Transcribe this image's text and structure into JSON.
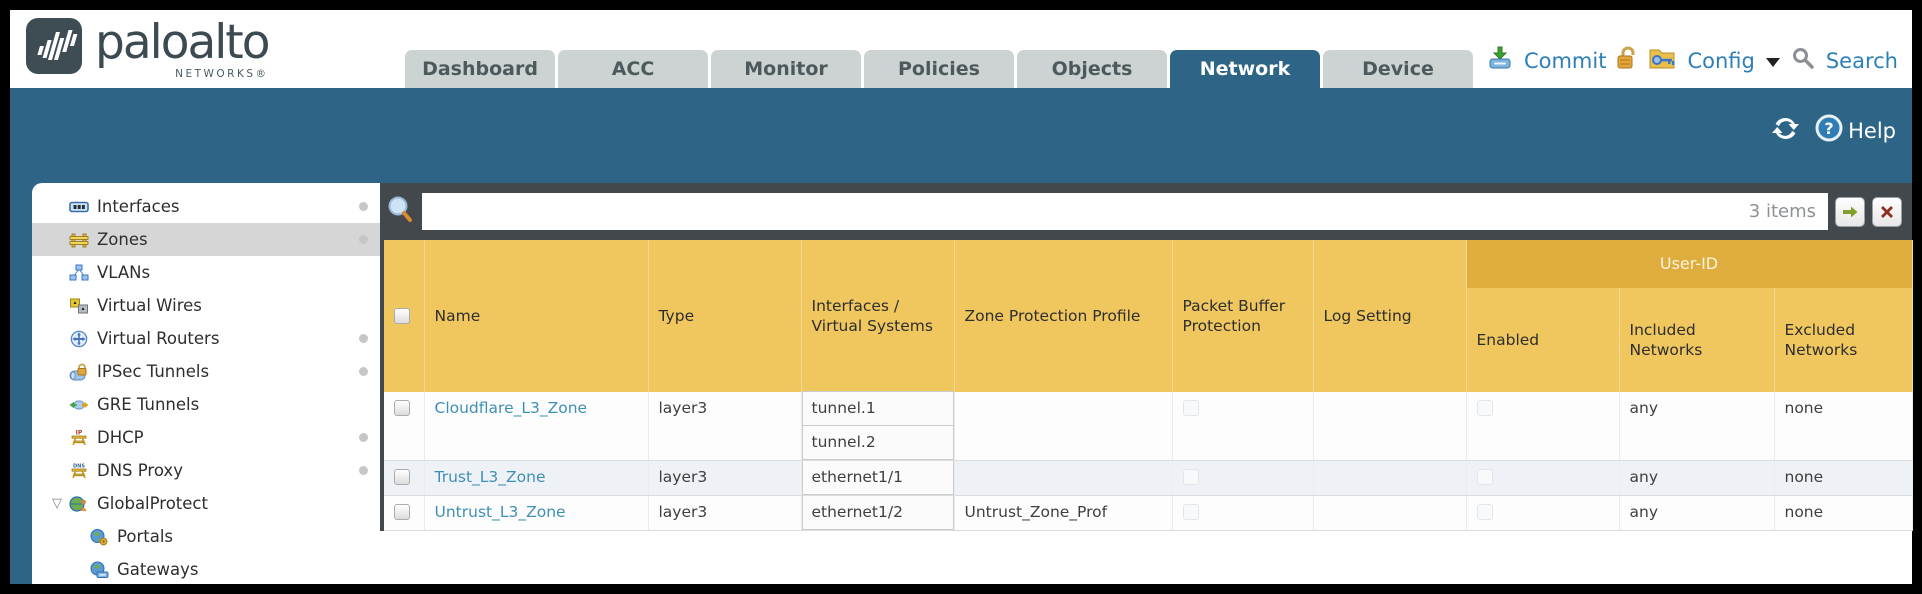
{
  "brand": {
    "name": "paloalto",
    "subtitle": "NETWORKS®"
  },
  "nav": {
    "tabs": [
      {
        "label": "Dashboard",
        "active": false
      },
      {
        "label": "ACC",
        "active": false
      },
      {
        "label": "Monitor",
        "active": false
      },
      {
        "label": "Policies",
        "active": false
      },
      {
        "label": "Objects",
        "active": false
      },
      {
        "label": "Network",
        "active": true
      },
      {
        "label": "Device",
        "active": false
      }
    ]
  },
  "quick_links": {
    "commit": "Commit",
    "config": "Config",
    "search": "Search"
  },
  "band": {
    "help": "Help",
    "help_glyph": "?"
  },
  "sidebar": {
    "items": [
      {
        "label": "Interfaces",
        "icon": "interfaces-icon",
        "dot": true,
        "selected": false,
        "indent": false,
        "expander": false
      },
      {
        "label": "Zones",
        "icon": "zones-icon",
        "dot": true,
        "selected": true,
        "indent": false,
        "expander": false
      },
      {
        "label": "VLANs",
        "icon": "vlans-icon",
        "dot": false,
        "selected": false,
        "indent": false,
        "expander": false
      },
      {
        "label": "Virtual Wires",
        "icon": "virtual-wires-icon",
        "dot": false,
        "selected": false,
        "indent": false,
        "expander": false
      },
      {
        "label": "Virtual Routers",
        "icon": "virtual-routers-icon",
        "dot": true,
        "selected": false,
        "indent": false,
        "expander": false
      },
      {
        "label": "IPSec Tunnels",
        "icon": "ipsec-tunnels-icon",
        "dot": true,
        "selected": false,
        "indent": false,
        "expander": false
      },
      {
        "label": "GRE Tunnels",
        "icon": "gre-tunnels-icon",
        "dot": false,
        "selected": false,
        "indent": false,
        "expander": false
      },
      {
        "label": "DHCP",
        "icon": "dhcp-icon",
        "dot": true,
        "selected": false,
        "indent": false,
        "expander": false
      },
      {
        "label": "DNS Proxy",
        "icon": "dns-proxy-icon",
        "dot": true,
        "selected": false,
        "indent": false,
        "expander": false
      },
      {
        "label": "GlobalProtect",
        "icon": "globalprotect-icon",
        "dot": false,
        "selected": false,
        "indent": false,
        "expander": true
      },
      {
        "label": "Portals",
        "icon": "portals-icon",
        "dot": false,
        "selected": false,
        "indent": true,
        "expander": false
      },
      {
        "label": "Gateways",
        "icon": "gateways-icon",
        "dot": false,
        "selected": false,
        "indent": true,
        "expander": false
      }
    ]
  },
  "filter": {
    "value": "",
    "items_count": "3 items"
  },
  "table": {
    "group_header": "User-ID",
    "columns": [
      "Name",
      "Type",
      "Interfaces / Virtual Systems",
      "Zone Protection Profile",
      "Packet Buffer Protection",
      "Log Setting",
      "Enabled",
      "Included Networks",
      "Excluded Networks"
    ],
    "rows": [
      {
        "name": "Cloudflare_L3_Zone",
        "type": "layer3",
        "interfaces": [
          "tunnel.1",
          "tunnel.2"
        ],
        "zone_protection_profile": "",
        "packet_buffer_protection": false,
        "log_setting": "",
        "enabled": false,
        "included_networks": "any",
        "excluded_networks": "none",
        "shaded": false
      },
      {
        "name": "Trust_L3_Zone",
        "type": "layer3",
        "interfaces": [
          "ethernet1/1"
        ],
        "zone_protection_profile": "",
        "packet_buffer_protection": false,
        "log_setting": "",
        "enabled": false,
        "included_networks": "any",
        "excluded_networks": "none",
        "shaded": true
      },
      {
        "name": "Untrust_L3_Zone",
        "type": "layer3",
        "interfaces": [
          "ethernet1/2"
        ],
        "zone_protection_profile": "Untrust_Zone_Prof",
        "packet_buffer_protection": false,
        "log_setting": "",
        "enabled": false,
        "included_networks": "any",
        "excluded_networks": "none",
        "shaded": false
      }
    ]
  },
  "colors": {
    "accent_teal": "#2e6586",
    "header_gold": "#f0c65f",
    "group_gold": "#dfad3d",
    "link_blue": "#3e8fb5",
    "topbar_link_blue": "#2d7fb8",
    "toolbar_gray": "#43484d"
  }
}
